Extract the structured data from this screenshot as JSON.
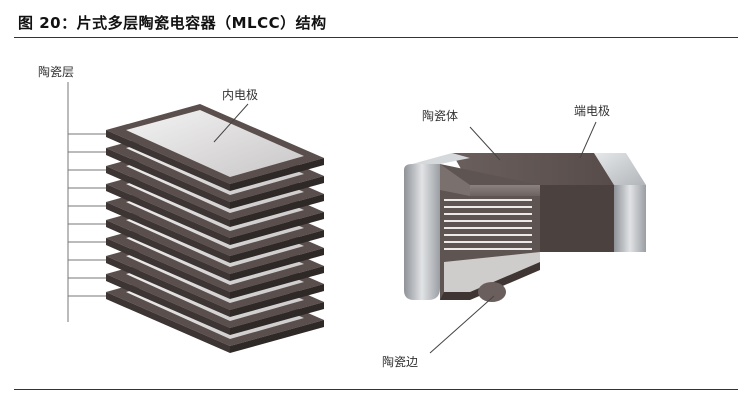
{
  "figure": {
    "title": "图 20：片式多层陶瓷电容器（MLCC）结构"
  },
  "diagram": {
    "left": {
      "label_ceramic_layer": "陶瓷层",
      "label_inner_electrode": "内电极",
      "layer_count": 10
    },
    "right": {
      "label_ceramic_body": "陶瓷体",
      "label_end_electrode": "端电极",
      "label_ceramic_edge": "陶瓷边"
    },
    "colors": {
      "ceramic_dark": "#5a4f4d",
      "electrode_light": "#d4d2d2",
      "end_cap": "#b9bdc1",
      "leader_line": "#666666"
    }
  }
}
